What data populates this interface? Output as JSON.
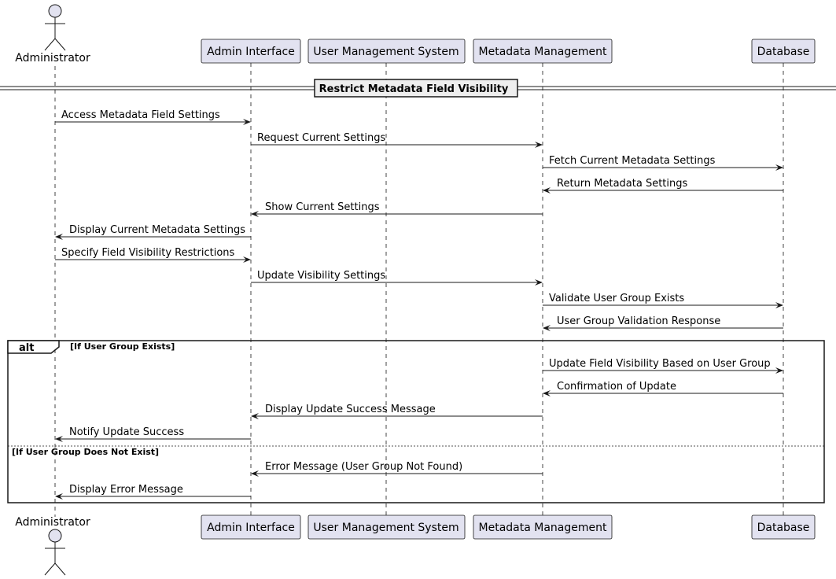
{
  "title": "Restrict Metadata Field Visibility",
  "actor": {
    "label": "Administrator"
  },
  "participants": [
    {
      "id": "admin_ui",
      "label": "Admin Interface"
    },
    {
      "id": "ums",
      "label": "User Management System"
    },
    {
      "id": "meta",
      "label": "Metadata Management"
    },
    {
      "id": "db",
      "label": "Database"
    }
  ],
  "messages_before": [
    {
      "from": "actor",
      "to": "admin_ui",
      "text": "Access Metadata Field Settings"
    },
    {
      "from": "admin_ui",
      "to": "meta",
      "text": "Request Current Settings"
    },
    {
      "from": "meta",
      "to": "db",
      "text": "Fetch Current Metadata Settings"
    },
    {
      "from": "db",
      "to": "meta",
      "text": "Return Metadata Settings"
    },
    {
      "from": "meta",
      "to": "admin_ui",
      "text": "Show Current Settings"
    },
    {
      "from": "admin_ui",
      "to": "actor",
      "text": "Display Current Metadata Settings"
    },
    {
      "from": "actor",
      "to": "admin_ui",
      "text": "Specify Field Visibility Restrictions"
    },
    {
      "from": "admin_ui",
      "to": "meta",
      "text": "Update Visibility Settings"
    },
    {
      "from": "meta",
      "to": "db",
      "text": "Validate User Group Exists"
    },
    {
      "from": "db",
      "to": "meta",
      "text": "User Group Validation Response"
    }
  ],
  "alt": {
    "keyword": "alt",
    "condition_1": "[If User Group Exists]",
    "branch_1": [
      {
        "from": "meta",
        "to": "db",
        "text": "Update Field Visibility Based on User Group"
      },
      {
        "from": "db",
        "to": "meta",
        "text": "Confirmation of Update"
      },
      {
        "from": "meta",
        "to": "admin_ui",
        "text": "Display Update Success Message"
      },
      {
        "from": "admin_ui",
        "to": "actor",
        "text": "Notify Update Success"
      }
    ],
    "condition_2": "[If User Group Does Not Exist]",
    "branch_2": [
      {
        "from": "meta",
        "to": "admin_ui",
        "text": "Error Message (User Group Not Found)"
      },
      {
        "from": "admin_ui",
        "to": "actor",
        "text": "Display Error Message"
      }
    ]
  },
  "colors": {
    "participant_fill": "#e2e2f0",
    "participant_stroke": "#181818",
    "line": "#181818"
  }
}
